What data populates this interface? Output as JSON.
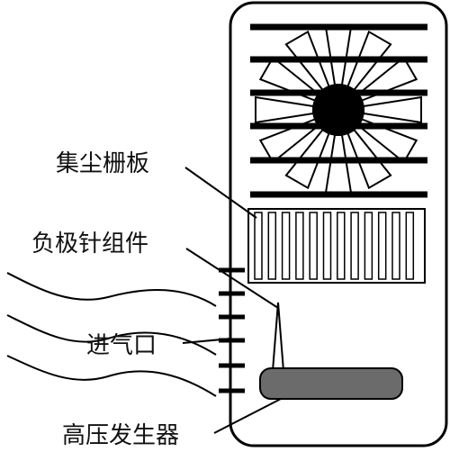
{
  "labels": {
    "dust_collector_grille": "集尘栅板",
    "cathode_needle_assembly": "负极针组件",
    "air_inlet": "进气口",
    "high_voltage_generator": "高压发生器"
  },
  "colors": {
    "line": "#000000",
    "generator_fill": "#6b6b6b",
    "background": "#ffffff"
  }
}
